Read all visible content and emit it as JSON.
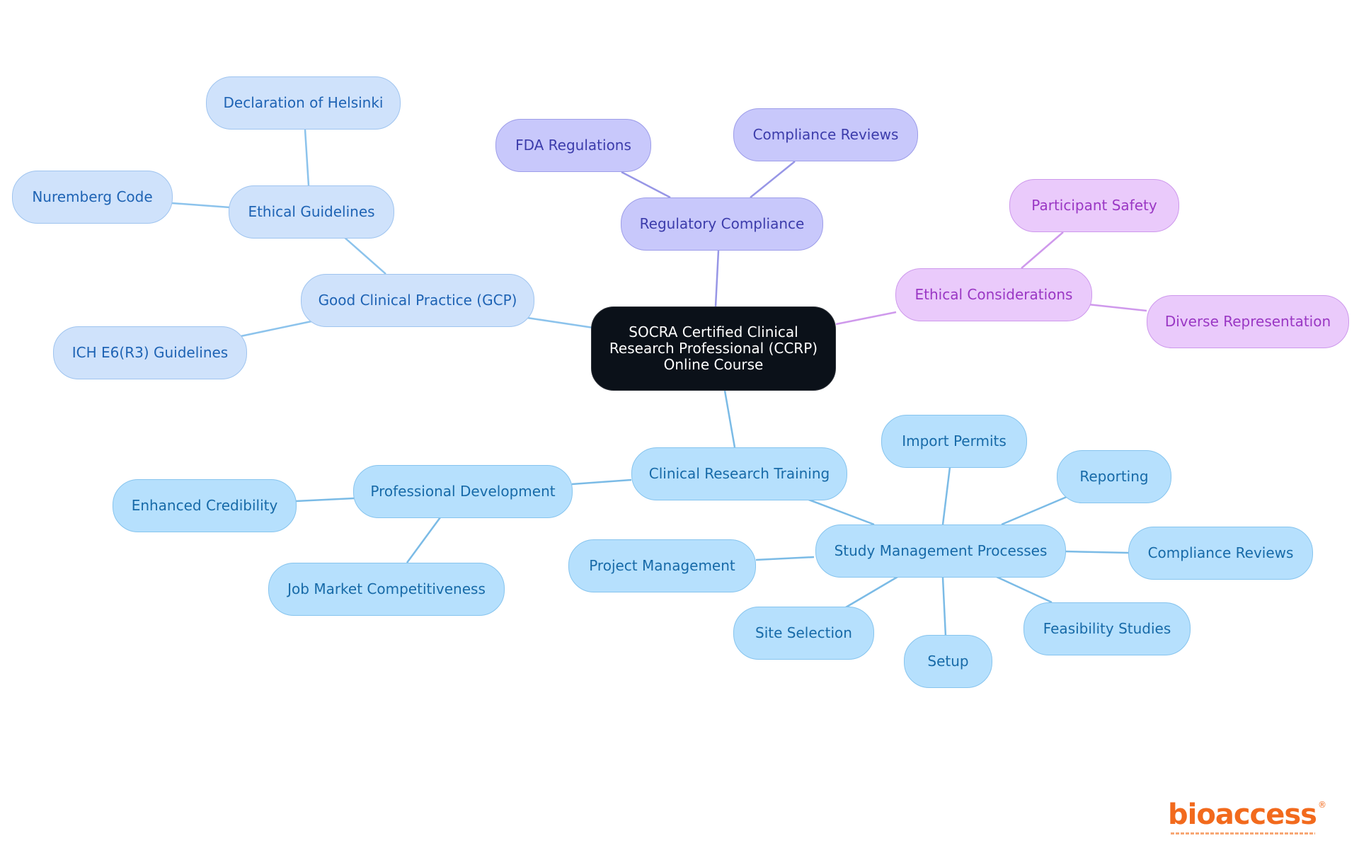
{
  "diagram": {
    "root": {
      "label": "SOCRA Certified Clinical Research Professional (CCRP) Online Course"
    },
    "branches": {
      "gcp": {
        "label": "Good Clinical Practice (GCP)",
        "children": {
          "ethical_guidelines": {
            "label": "Ethical Guidelines",
            "children": {
              "declaration_helsinki": {
                "label": "Declaration of Helsinki"
              },
              "nuremberg": {
                "label": "Nuremberg Code"
              }
            }
          },
          "ich": {
            "label": "ICH E6(R3) Guidelines"
          }
        }
      },
      "regulatory": {
        "label": "Regulatory Compliance",
        "children": {
          "fda": {
            "label": "FDA Regulations"
          },
          "compliance_reviews": {
            "label": "Compliance Reviews"
          }
        }
      },
      "ethical": {
        "label": "Ethical Considerations",
        "children": {
          "participant_safety": {
            "label": "Participant Safety"
          },
          "diverse_rep": {
            "label": "Diverse Representation"
          }
        }
      },
      "training": {
        "label": "Clinical Research Training",
        "children": {
          "prof_dev": {
            "label": "Professional Development",
            "children": {
              "credibility": {
                "label": "Enhanced Credibility"
              },
              "job_market": {
                "label": "Job Market Competitiveness"
              }
            }
          },
          "study_mgmt": {
            "label": "Study Management Processes",
            "children": {
              "import_permits": {
                "label": "Import Permits"
              },
              "reporting": {
                "label": "Reporting"
              },
              "compliance_reviews": {
                "label": "Compliance Reviews"
              },
              "feasibility": {
                "label": "Feasibility Studies"
              },
              "setup": {
                "label": "Setup"
              },
              "site_selection": {
                "label": "Site Selection"
              },
              "project_mgmt": {
                "label": "Project Management"
              }
            }
          }
        }
      }
    },
    "colors": {
      "gcp_branch": "#cfe2fb",
      "training_branch": "#b6e0fd",
      "regulatory_branch": "#c8c8fb",
      "ethical_branch": "#eacafb",
      "root": "#0b1119"
    }
  },
  "logo": {
    "text": "bioaccess",
    "mark": "®"
  }
}
